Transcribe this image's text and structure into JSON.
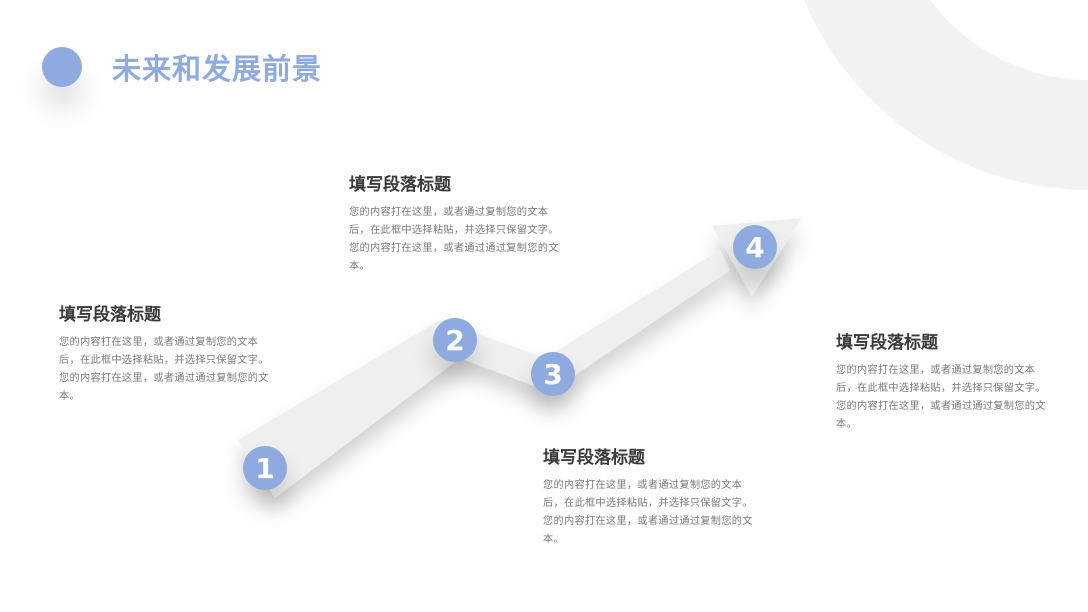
{
  "slide": {
    "title": "未来和发展前景",
    "accent_color": "#8eaadf"
  },
  "steps": [
    {
      "number": "1",
      "heading": "填写段落标题",
      "body": "您的内容打在这里，或者通过复制您的文本后，在此框中选择粘贴，并选择只保留文字。您的内容打在这里，或者通过通过复制您的文本。"
    },
    {
      "number": "2",
      "heading": "填写段落标题",
      "body": "您的内容打在这里，或者通过复制您的文本后，在此框中选择粘贴，并选择只保留文字。您的内容打在这里，或者通过通过复制您的文本。"
    },
    {
      "number": "3",
      "heading": "填写段落标题",
      "body": "您的内容打在这里，或者通过复制您的文本后，在此框中选择粘贴，并选择只保留文字。您的内容打在这里，或者通过通过复制您的文本。"
    },
    {
      "number": "4",
      "heading": "填写段落标题",
      "body": "您的内容打在这里，或者通过复制您的文本后，在此框中选择粘贴，并选择只保留文字。您的内容打在这里，或者通过通过复制您的文本。"
    }
  ]
}
